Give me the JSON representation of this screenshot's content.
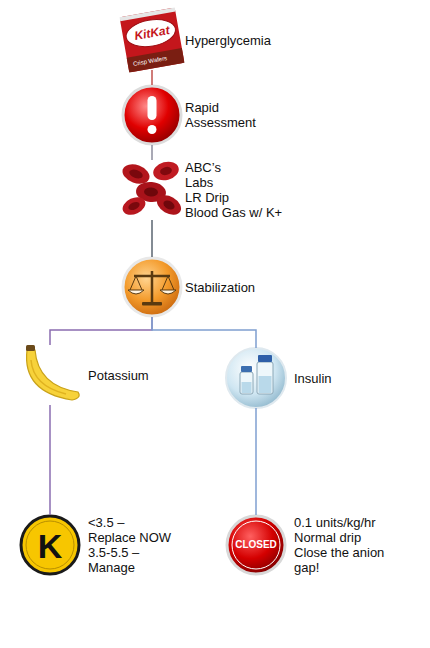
{
  "diagram": {
    "nodes": [
      {
        "text": [
          "Hyperglycemia"
        ]
      },
      {
        "text": [
          "Rapid Assessment"
        ]
      },
      {
        "text": [
          "ABC’s",
          "Labs",
          "LR Drip",
          "Blood Gas w/ K+"
        ]
      },
      {
        "text": [
          "Stabilization"
        ]
      },
      {
        "text": [
          "Potassium"
        ]
      },
      {
        "text": [
          "Insulin"
        ]
      },
      {
        "text": [
          "<3.5 – Replace NOW",
          "3.5-5.5 – Manage"
        ]
      },
      {
        "text": [
          "0.1 units/kg/hr",
          "Normal drip",
          "Close the anion gap!"
        ]
      }
    ],
    "edges": [
      {
        "from": 0,
        "to": 1,
        "arrow": "none"
      },
      {
        "from": 1,
        "to": 2,
        "arrow": "none"
      },
      {
        "from": 2,
        "to": 3,
        "arrow": "none"
      },
      {
        "from": 3,
        "to": 4,
        "arrow": "none"
      },
      {
        "from": 3,
        "to": 5,
        "arrow": "none"
      },
      {
        "from": 4,
        "to": 6,
        "arrow": "none"
      },
      {
        "from": 5,
        "to": 7,
        "arrow": "none"
      }
    ],
    "labels": [
      "KitKat",
      "Crisp Wafers",
      "K",
      "CLOSED"
    ]
  }
}
